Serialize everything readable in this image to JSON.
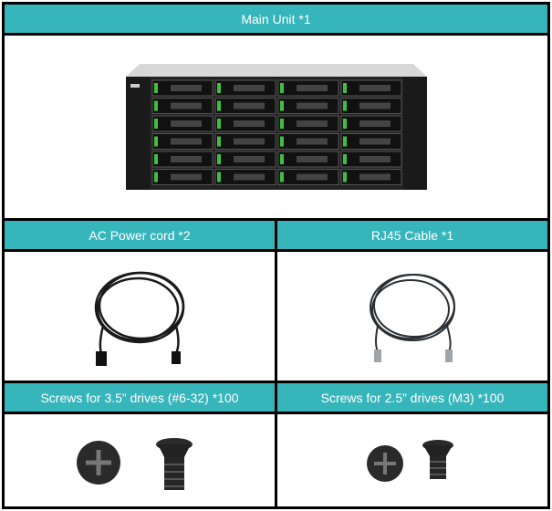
{
  "rows": [
    {
      "cells": [
        {
          "label": "Main Unit *1",
          "image": "nas-server-chassis"
        }
      ]
    },
    {
      "cells": [
        {
          "label": "AC Power cord *2",
          "image": "power-cord"
        },
        {
          "label": "RJ45 Cable *1",
          "image": "rj45-cable"
        }
      ]
    },
    {
      "cells": [
        {
          "label": "Screws for 3.5” drives (#6-32) *100",
          "image": "screws-3-5"
        },
        {
          "label": "Screws for 2.5” drives (M3) *100",
          "image": "screws-2-5"
        }
      ]
    }
  ],
  "colors": {
    "header": "#36b5bb",
    "border": "#000000",
    "drive_led": "#3fbf3f"
  }
}
